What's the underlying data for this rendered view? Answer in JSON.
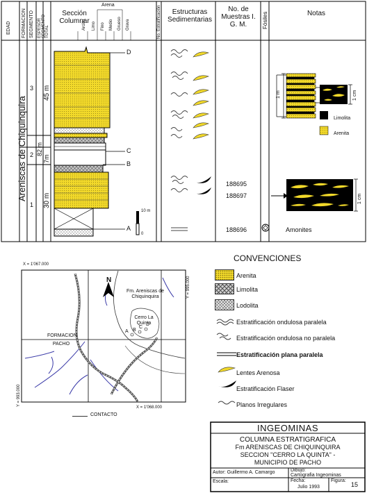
{
  "header": {
    "edad": "EDAD",
    "formacion": "FORMACION",
    "segmento": "SEGMENTO",
    "espesor_segmento": "ESPESOR SEGMENTO",
    "espesor_total": "TOTAL",
    "seccion": "Sección Columnar",
    "arena": "Arena",
    "grain_sizes": [
      "Arcilla",
      "Limo",
      "Fino",
      "Medio",
      "Grueso",
      "Grava"
    ],
    "no_estratificacion": "No. Estratificación",
    "estructuras": "Estructuras Sedimentarias",
    "muestras": "No. de Muestras I. G. M.",
    "fosiles": "Fósiles",
    "notas": "Notas"
  },
  "column": {
    "formation_name": "Areniscas de Chiquinquira",
    "segments": [
      "3",
      "2",
      "1"
    ],
    "segment_thickness": [
      "45 m",
      "7m",
      "30 m"
    ],
    "total_thickness": "82 m",
    "points": [
      "D",
      "C",
      "B",
      "A"
    ],
    "scale_labels": [
      "10 m",
      "0"
    ]
  },
  "samples": [
    "188695",
    "188697",
    "188696"
  ],
  "fossil_label": "Amonites",
  "notes": {
    "scale_a": "1 m",
    "scale_b": "1 cm",
    "scale_c": "1 cm",
    "legend": [
      "Limolita",
      "Arenita"
    ]
  },
  "conventions": {
    "title": "CONVENCIONES",
    "items": [
      "Arenita",
      "Limolita",
      "Lodolita",
      "Estratificación ondulosa paralela",
      "Estratificación ondulosa no paralela",
      "Estratificación plana paralela",
      "Lentes Arenosa",
      "Estratificación Flaser",
      "Planos Irregulares"
    ]
  },
  "map": {
    "coord_top": "X = 1'067.000",
    "coord_bottom": "X = 1'068.000",
    "coord_left": "Y = 993.000",
    "coord_right": "Y = 995.000",
    "north": "N",
    "formation_label": "Fm. Areniscas de Chiquinquira",
    "hill_label": "Cerro La Quinta",
    "pacho_label": "FORMACION PACHO",
    "point_letters": [
      "A",
      "B",
      "C",
      "D"
    ],
    "contacto": "CONTACTO"
  },
  "title_block": {
    "agency": "INGEOMINAS",
    "line1": "COLUMNA ESTRATIGRAFICA",
    "line2": "Fm ARENISCAS DE CHIQUINQUIRA",
    "line3": "SECCION \"CERRO LA QUINTA\" -",
    "line4": "MUNICIPIO DE PACHO",
    "autor": "Autor: Guillermo A. Camargo",
    "dibujo_label": "Dibujo:",
    "dibujo_value": "Cartografia Ingeominas",
    "escala": "Escala:",
    "fecha_label": "Fecha:",
    "fecha_value": "Julio 1993",
    "figura_label": "Figura:",
    "figura_value": "15"
  }
}
